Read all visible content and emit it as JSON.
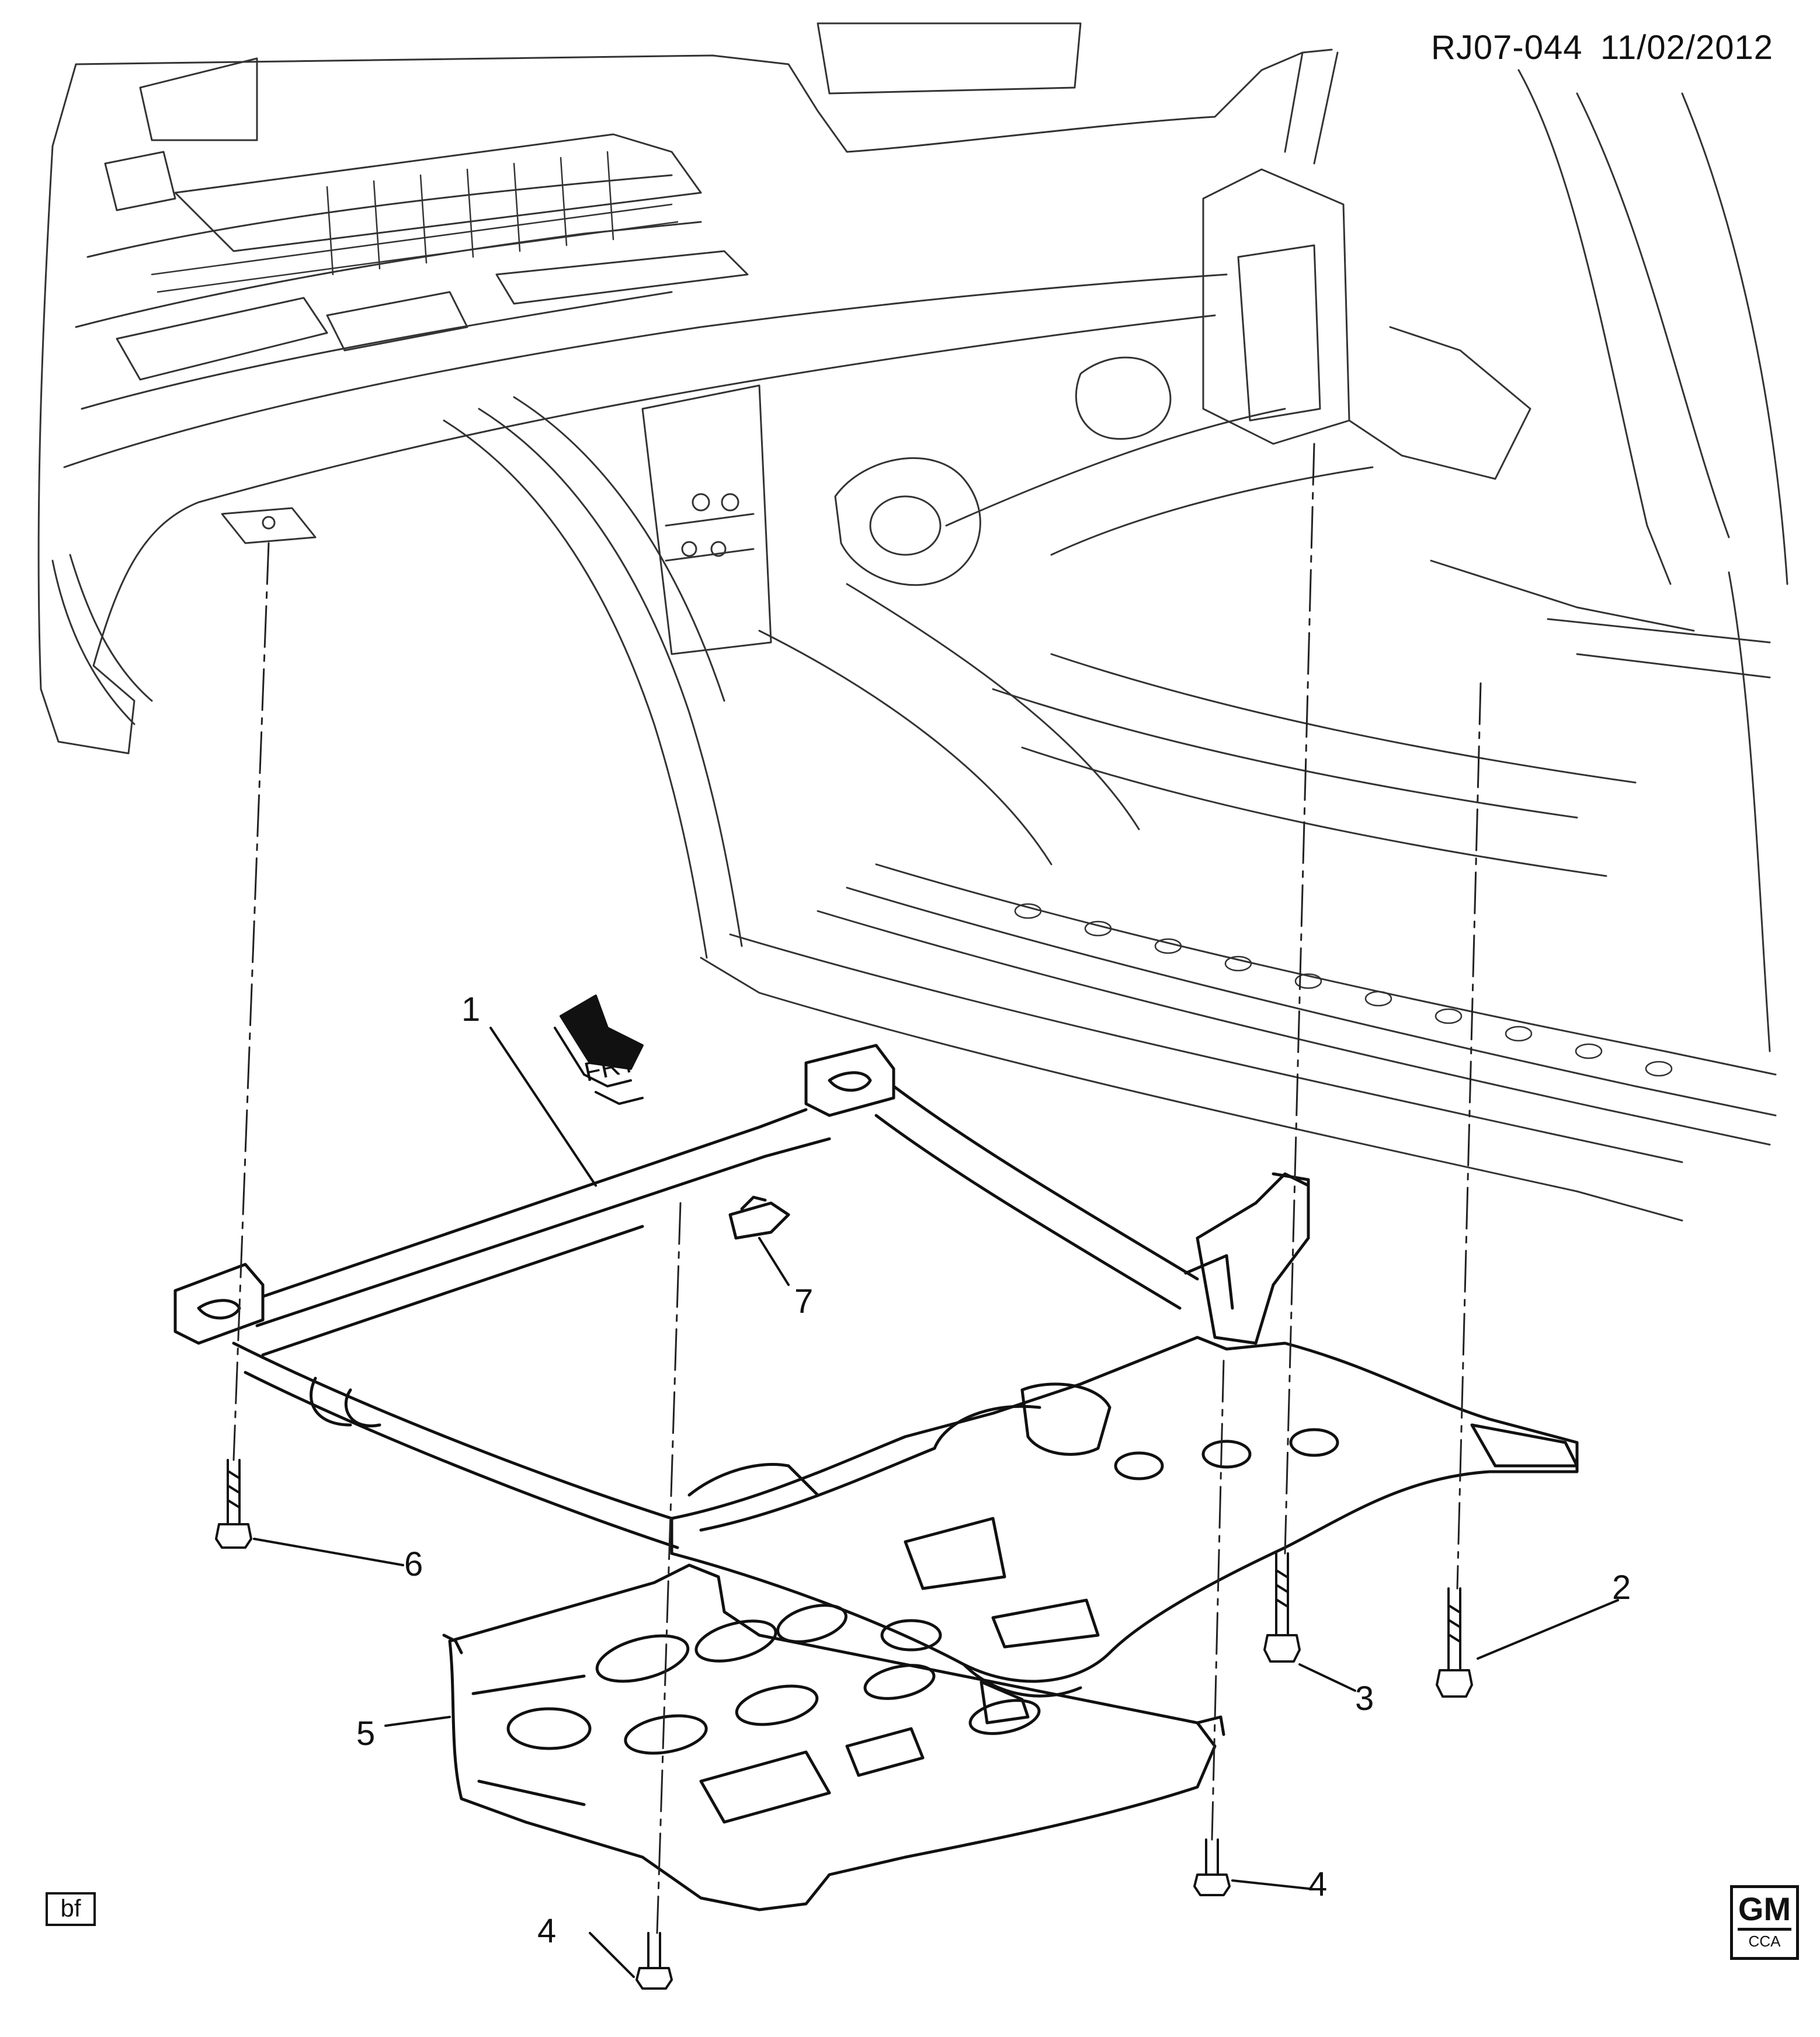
{
  "header": {
    "diagram_code": "RJ07-044",
    "date": "11/02/2012"
  },
  "direction_marker": {
    "label": "FRT",
    "icon": "front-direction-arrow-icon"
  },
  "callouts": [
    {
      "number": "1",
      "part": "frame"
    },
    {
      "number": "2",
      "part": "bolt"
    },
    {
      "number": "3",
      "part": "bolt"
    },
    {
      "number": "4",
      "part": "bolt"
    },
    {
      "number": "4",
      "part": "bolt"
    },
    {
      "number": "5",
      "part": "shield"
    },
    {
      "number": "6",
      "part": "bolt"
    },
    {
      "number": "7",
      "part": "clip"
    }
  ],
  "footer": {
    "left_tag": "bf",
    "logo_main": "GM",
    "logo_sub": "CCA"
  }
}
